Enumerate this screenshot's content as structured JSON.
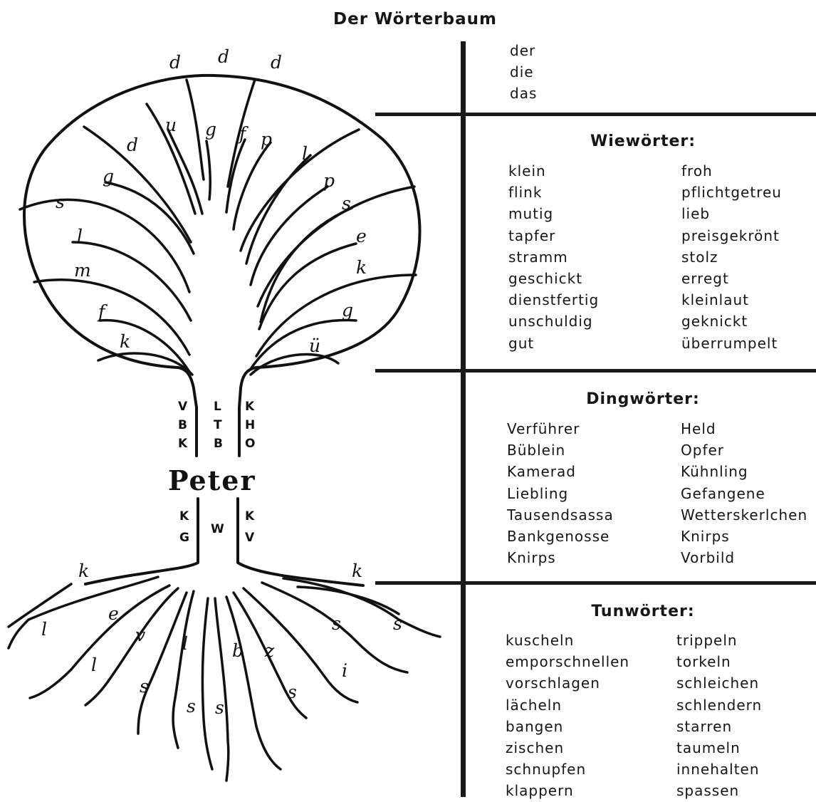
{
  "title": "Der Wörterbaum",
  "tree": {
    "crown_top_letters": [
      "d",
      "d",
      "d"
    ],
    "branch_letters": [
      "d",
      "u",
      "g",
      "f",
      "p",
      "l",
      "g",
      "s",
      "p",
      "s",
      "l",
      "e",
      "m",
      "k",
      "f",
      "g",
      "k",
      "ü"
    ],
    "trunk_upper": {
      "left": [
        "V",
        "B",
        "K"
      ],
      "middle": [
        "L",
        "T",
        "B"
      ],
      "right": [
        "K",
        "H",
        "O"
      ]
    },
    "name": "Peter",
    "trunk_lower": {
      "left": [
        "K",
        "G"
      ],
      "middle": [
        "W"
      ],
      "right": [
        "K",
        "V"
      ]
    },
    "root_letters": [
      "k",
      "k",
      "l",
      "e",
      "s",
      "s",
      "v",
      "l",
      "b",
      "z",
      "l",
      "s",
      "i",
      "s",
      "s",
      "s"
    ]
  },
  "articles": [
    "der",
    "die",
    "das"
  ],
  "sections": [
    {
      "heading": "Wiewörter:",
      "left": [
        "klein",
        "flink",
        "mutig",
        "tapfer",
        "stramm",
        "geschickt",
        "dienstfertig",
        "unschuldig",
        "gut"
      ],
      "right": [
        "froh",
        "pflichtgetreu",
        "lieb",
        "preisgekrönt",
        "stolz",
        "erregt",
        "kleinlaut",
        "geknickt",
        "überrumpelt"
      ]
    },
    {
      "heading": "Dingwörter:",
      "left": [
        "Verführer",
        "Büblein",
        "Kamerad",
        "Liebling",
        "Tausendsassa",
        "Bankgenosse",
        "Knirps"
      ],
      "right": [
        "Held",
        "Opfer",
        "Kühnling",
        "Gefangene",
        "Wetterskerlchen",
        "Knirps",
        "Vorbild"
      ]
    },
    {
      "heading": "Tunwörter:",
      "left": [
        "kuscheln",
        "emporschnellen",
        "vorschlagen",
        "lächeln",
        "bangen",
        "zischen",
        "schnupfen",
        "klappern"
      ],
      "right": [
        "trippeln",
        "torkeln",
        "schleichen",
        "schlendern",
        "starren",
        "taumeln",
        "innehalten",
        "spassen"
      ]
    }
  ]
}
